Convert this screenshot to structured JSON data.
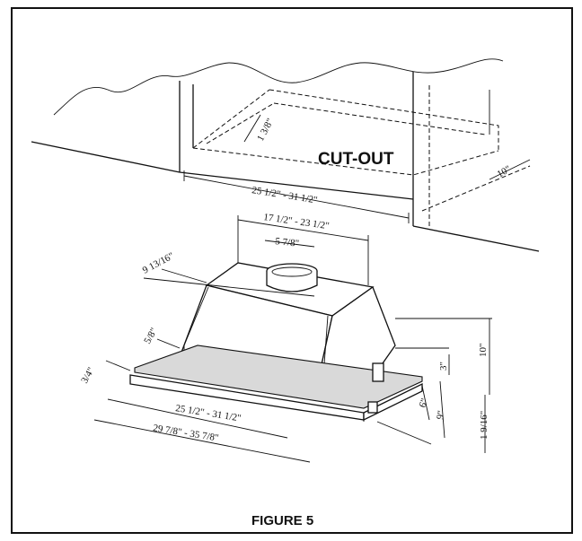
{
  "figure": {
    "caption": "FIGURE 5",
    "cutout_label": "CUT-OUT"
  },
  "dimensions": {
    "cutout_depth": "1 3/8\"",
    "cutout_width": "25 1/2\" - 31 1/2\"",
    "cutout_side": "10\"",
    "top_width": "17 1/2\" - 23 1/2\"",
    "duct_diameter": "5 7/8\"",
    "body_depth": "9 13/16\"",
    "lip": "5/8\"",
    "front_edge": "3/4\"",
    "inner_width": "25 1/2\" - 31 1/2\"",
    "overall_width": "29 7/8\" - 35 7/8\"",
    "height": "10\"",
    "side_step": "3\"",
    "side_a": "6\"",
    "side_b": "9\"",
    "bottom_rail": "1 9/16\""
  }
}
